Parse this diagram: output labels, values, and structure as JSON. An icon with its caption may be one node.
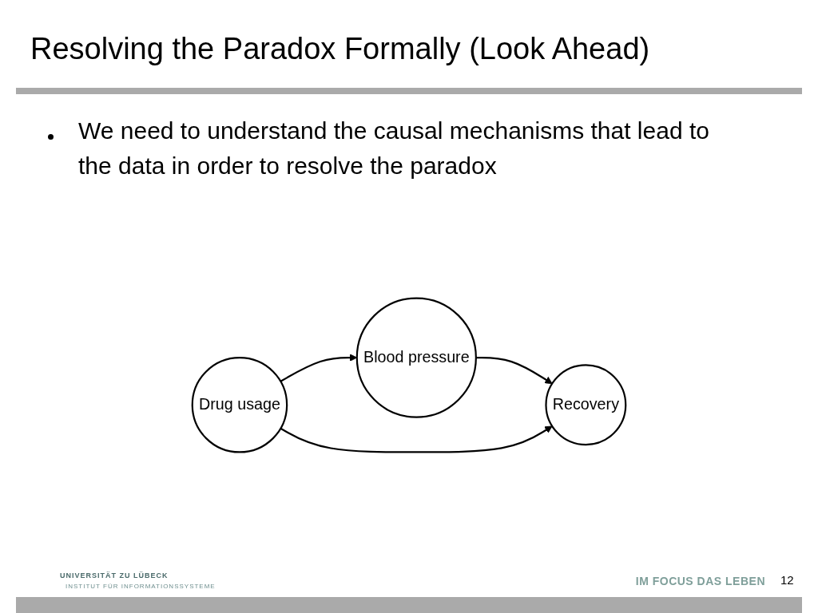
{
  "diagram": {
    "title": "Resolving the Paradox Formally (Look Ahead)",
    "nodes": [
      {
        "text": [
          "Blood pressure"
        ]
      },
      {
        "text": [
          "Drug usage"
        ]
      },
      {
        "text": [
          "Recovery"
        ]
      }
    ],
    "edges": [
      {
        "from": 1,
        "to": 0,
        "arrow": "to"
      },
      {
        "from": 0,
        "to": 2,
        "arrow": "to"
      },
      {
        "from": 1,
        "to": 2,
        "arrow": "to"
      }
    ],
    "labels": [
      "We need to understand the causal mechanisms that lead to the data in order to resolve the paradox",
      "UNIVERSITÄT ZU LÜBECK",
      "INSTITUT FÜR INFORMATIONSSYSTEME",
      "IM FOCUS DAS LEBEN",
      "12"
    ]
  }
}
